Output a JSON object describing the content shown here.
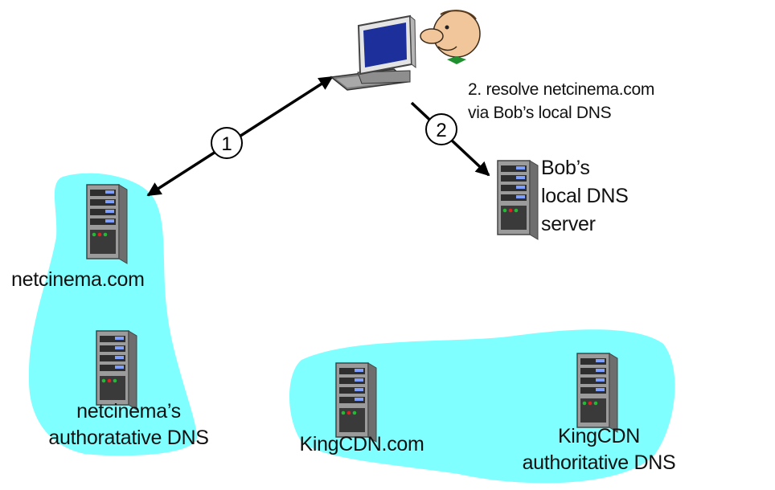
{
  "colors": {
    "region_fill": "#7fffff",
    "arrow": "#000000",
    "server_body": "#9b9b9b"
  },
  "steps": {
    "step1_number": "1",
    "step2_number": "2"
  },
  "annotations": {
    "step2_line1": "2. resolve netcinema.com",
    "step2_line2": "via Bob’s local DNS"
  },
  "nodes": {
    "bob_dns_line1": "Bob’s",
    "bob_dns_line2": "local DNS",
    "bob_dns_line3": "server",
    "netcinema": "netcinema.com",
    "netcinema_dns_line1": "netcinema’s",
    "netcinema_dns_line2": "authoratative DNS",
    "kingcdn": "KingCDN.com",
    "kingcdn_dns_line1": "KingCDN",
    "kingcdn_dns_line2": "authoritative DNS"
  },
  "icons": {
    "client": "desktop-computer-icon",
    "user": "bob-face-icon",
    "server": "server-tower-icon"
  }
}
